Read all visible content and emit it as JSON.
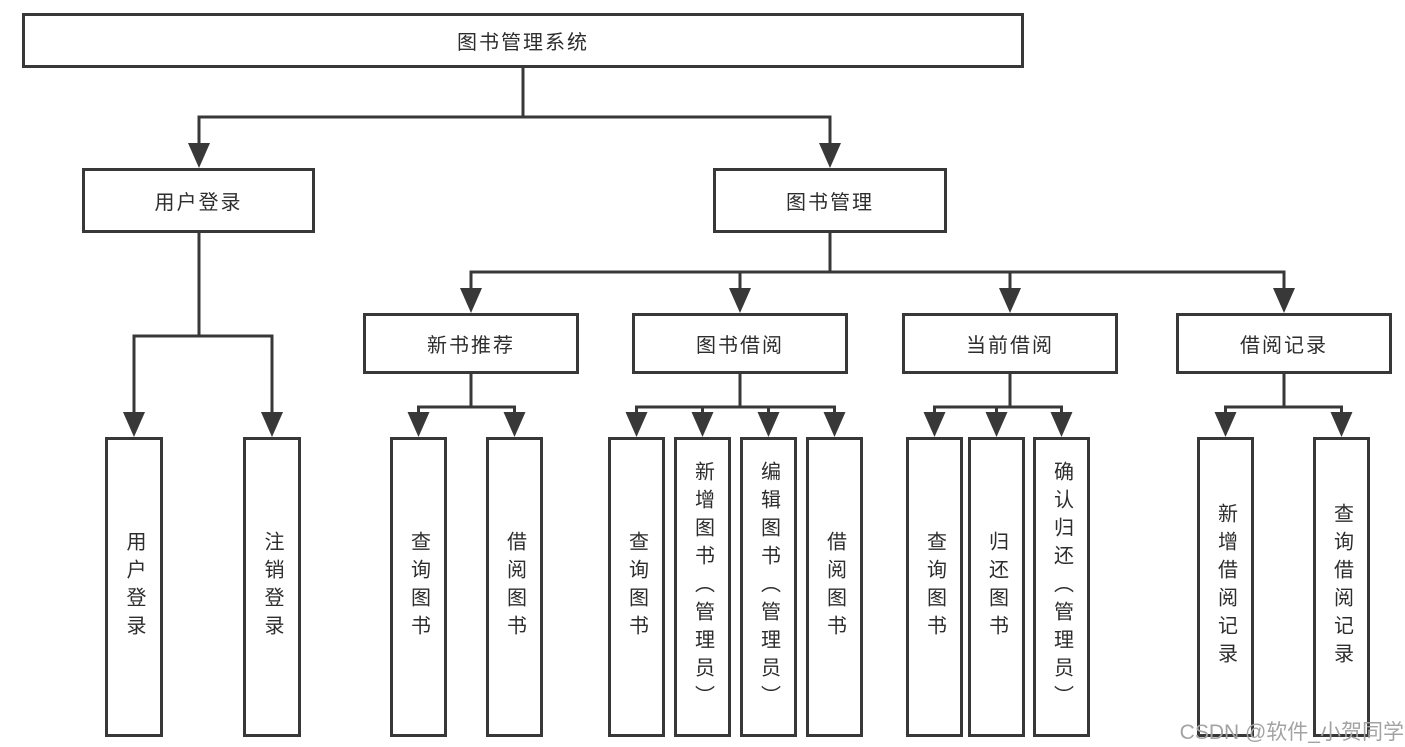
{
  "diagram": {
    "type": "tree",
    "root": "图书管理系统",
    "level2": [
      "用户登录",
      "图书管理"
    ],
    "level3": [
      "新书推荐",
      "图书借阅",
      "当前借阅",
      "借阅记录"
    ],
    "leaves": [
      "用户登录",
      "注销登录",
      "查询图书",
      "借阅图书",
      "查询图书",
      "新增图书（管理员）",
      "编辑图书（管理员）",
      "借阅图书",
      "查询图书",
      "归还图书",
      "确认归还（管理员）",
      "新增借阅记录",
      "查询借阅记录"
    ],
    "edges": [
      {
        "from": "图书管理系统",
        "to": "用户登录"
      },
      {
        "from": "图书管理系统",
        "to": "图书管理"
      },
      {
        "from": "用户登录",
        "to": "用户登录"
      },
      {
        "from": "用户登录",
        "to": "注销登录"
      },
      {
        "from": "图书管理",
        "to": "新书推荐"
      },
      {
        "from": "图书管理",
        "to": "图书借阅"
      },
      {
        "from": "图书管理",
        "to": "当前借阅"
      },
      {
        "from": "图书管理",
        "to": "借阅记录"
      },
      {
        "from": "新书推荐",
        "to": "查询图书"
      },
      {
        "from": "新书推荐",
        "to": "借阅图书"
      },
      {
        "from": "图书借阅",
        "to": "查询图书"
      },
      {
        "from": "图书借阅",
        "to": "新增图书（管理员）"
      },
      {
        "from": "图书借阅",
        "to": "编辑图书（管理员）"
      },
      {
        "from": "图书借阅",
        "to": "借阅图书"
      },
      {
        "from": "当前借阅",
        "to": "查询图书"
      },
      {
        "from": "当前借阅",
        "to": "归还图书"
      },
      {
        "from": "当前借阅",
        "to": "确认归还（管理员）"
      },
      {
        "from": "借阅记录",
        "to": "新增借阅记录"
      },
      {
        "from": "借阅记录",
        "to": "查询借阅记录"
      }
    ],
    "colors": {
      "line": "#383838",
      "text": "#2d2d2d",
      "background": "#ffffff",
      "watermark": "#a3a3a3"
    },
    "watermark": "CSDN @软件_小贺同学"
  }
}
